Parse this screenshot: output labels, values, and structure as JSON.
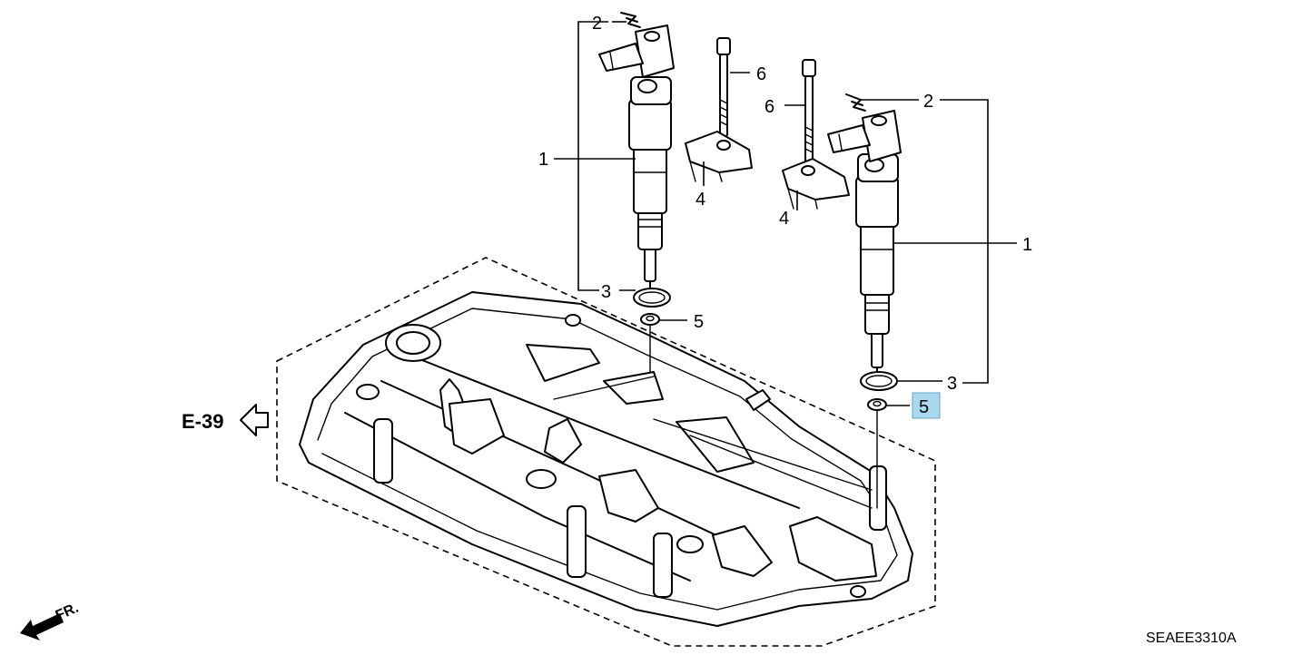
{
  "callouts": {
    "c1_left": "1",
    "c2_left": "2",
    "c3_left": "3",
    "c4_left": "4",
    "c5_left": "5",
    "c6_left": "6",
    "c1_right": "1",
    "c2_right": "2",
    "c3_right": "3",
    "c4_right": "4",
    "c5_right": "5",
    "c6_right": "6"
  },
  "references": {
    "section_ref": "E-39",
    "front_marker": "FR."
  },
  "diagram_code": "SEAEE3310A",
  "colors": {
    "line": "#000000",
    "highlight": "#a9d8ef"
  }
}
